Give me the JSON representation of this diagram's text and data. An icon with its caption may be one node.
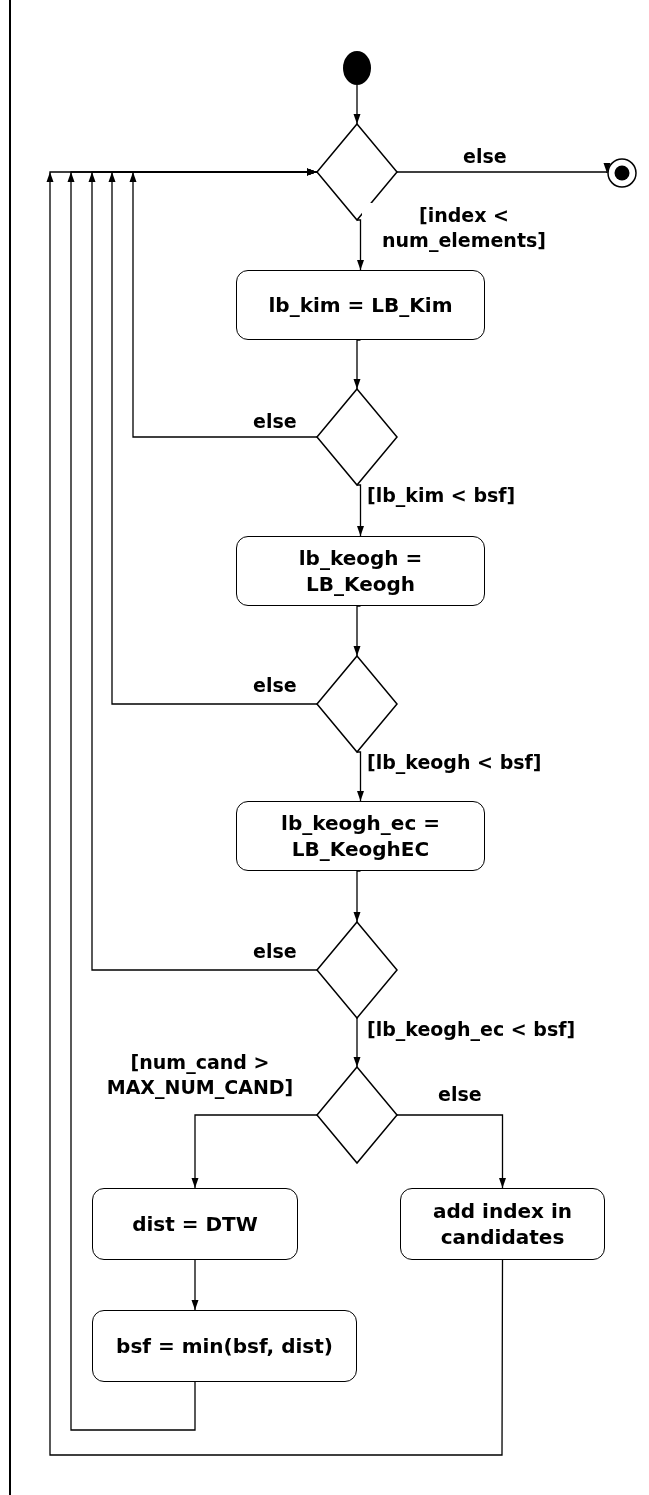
{
  "diagram": {
    "nodes": [
      {
        "text": [],
        "shape": "circle"
      },
      {
        "text": [],
        "shape": "diamond"
      },
      {
        "text": [],
        "shape": "circle"
      },
      {
        "text": [
          "lb_kim = LB_Kim"
        ]
      },
      {
        "text": [],
        "shape": "diamond"
      },
      {
        "text": [
          "lb_keogh = LB_Keogh"
        ]
      },
      {
        "text": [],
        "shape": "diamond"
      },
      {
        "text": [
          "lb_keogh_ec = LB_KeoghEC"
        ]
      },
      {
        "text": [],
        "shape": "diamond"
      },
      {
        "text": [],
        "shape": "diamond"
      },
      {
        "text": [
          "dist = DTW"
        ]
      },
      {
        "text": [
          "add index in candidates"
        ]
      },
      {
        "text": [
          "bsf = min(bsf, dist)"
        ]
      }
    ],
    "edges": [
      {
        "from": 0,
        "to": 1,
        "arrow": "to"
      },
      {
        "from": 1,
        "to": 2,
        "arrow": "to",
        "label": "else"
      },
      {
        "from": 1,
        "to": 3,
        "arrow": "to",
        "label": "[index < num_elements]"
      },
      {
        "from": 3,
        "to": 4,
        "arrow": "to"
      },
      {
        "from": 4,
        "to": 1,
        "arrow": "to",
        "label": "else"
      },
      {
        "from": 4,
        "to": 5,
        "arrow": "to",
        "label": "[lb_kim < bsf]"
      },
      {
        "from": 5,
        "to": 6,
        "arrow": "to"
      },
      {
        "from": 6,
        "to": 1,
        "arrow": "to",
        "label": "else"
      },
      {
        "from": 6,
        "to": 7,
        "arrow": "to",
        "label": "[lb_keogh < bsf]"
      },
      {
        "from": 7,
        "to": 8,
        "arrow": "to"
      },
      {
        "from": 8,
        "to": 1,
        "arrow": "to",
        "label": "else"
      },
      {
        "from": 8,
        "to": 9,
        "arrow": "to",
        "label": "[lb_keogh_ec < bsf]"
      },
      {
        "from": 9,
        "to": 10,
        "arrow": "to",
        "label": "[num_cand > MAX_NUM_CAND]"
      },
      {
        "from": 9,
        "to": 11,
        "arrow": "to",
        "label": "else"
      },
      {
        "from": 10,
        "to": 12,
        "arrow": "to"
      },
      {
        "from": 12,
        "to": 1,
        "arrow": "to"
      },
      {
        "from": 11,
        "to": 1,
        "arrow": "to"
      }
    ]
  }
}
